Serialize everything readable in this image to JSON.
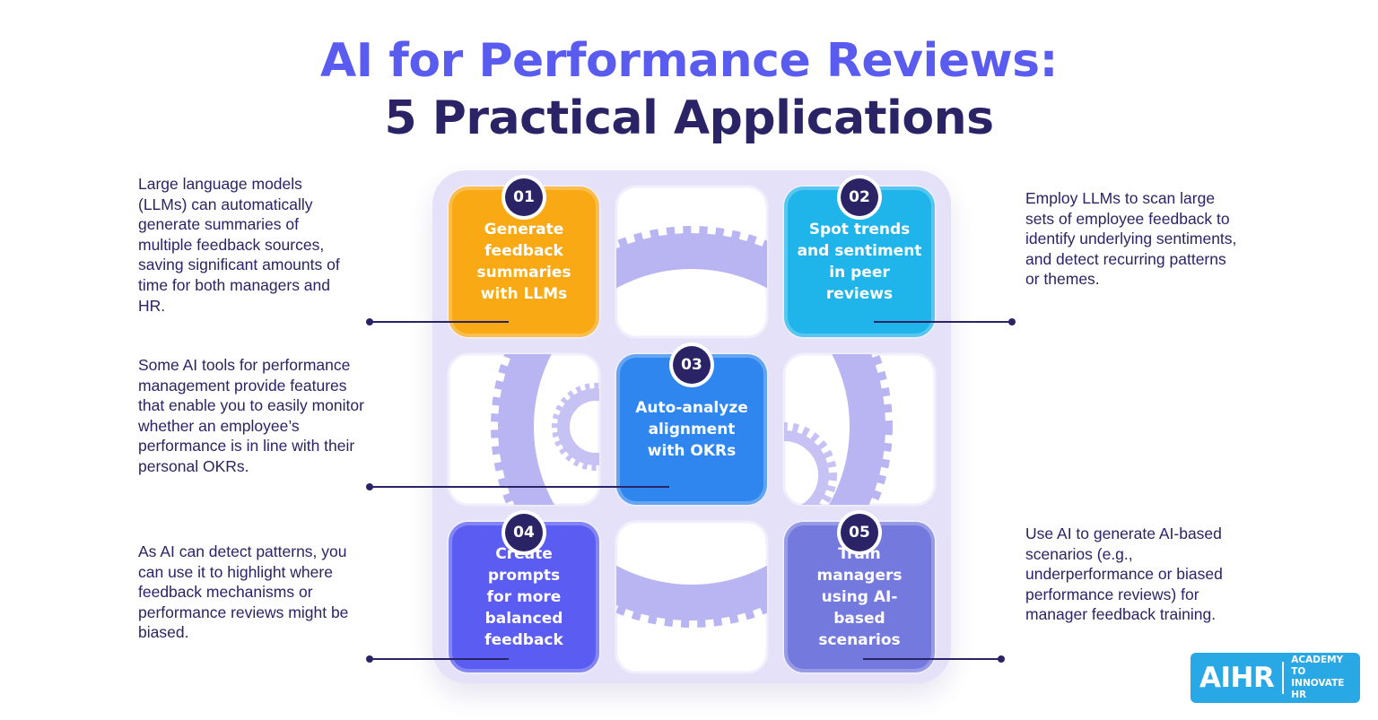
{
  "title": {
    "line1": "AI for Performance Reviews:",
    "line2": "5 Practical Applications"
  },
  "applications": [
    {
      "number": "01",
      "label": "Generate feedback summaries with LLMs",
      "label_lines": [
        "Generate",
        "feedback",
        "summaries",
        "with LLMs"
      ],
      "color": "#f8a913",
      "description": "Large language models (LLMs) can automatically generate summaries of multiple feedback sources, saving significant amounts of time for both managers and HR."
    },
    {
      "number": "02",
      "label": "Spot trends and sentiment in peer reviews",
      "label_lines": [
        "Spot trends",
        "and sentiment",
        "in peer reviews"
      ],
      "color": "#1fb4ea",
      "description": "Employ LLMs to scan large sets of employee feedback to identify underlying sentiments, and detect recurring patterns or themes."
    },
    {
      "number": "03",
      "label": "Auto-analyze alignment with OKRs",
      "label_lines": [
        "Auto-analyze",
        "alignment",
        "with OKRs"
      ],
      "color": "#2f86ef",
      "description": "Some AI tools for performance management provide features that enable you to easily monitor whether an employee’s performance is in line with their personal OKRs."
    },
    {
      "number": "04",
      "label": "Create prompts for more balanced feedback",
      "label_lines": [
        "Create prompts",
        "for more",
        "balanced",
        "feedback"
      ],
      "color": "#5b5cf2",
      "description": "As AI can detect patterns, you can use it to highlight where feedback mechanisms or performance reviews might be biased."
    },
    {
      "number": "05",
      "label": "Train managers using AI-based scenarios",
      "label_lines": [
        "Train managers",
        "using AI-based",
        "scenarios"
      ],
      "color": "#7479dd",
      "description": "Use AI to generate AI-based scenarios (e.g., underperformance or biased performance reviews) for manager feedback training."
    }
  ],
  "logo": {
    "mark": "AIHR",
    "text_line1": "ACADEMY TO",
    "text_line2": "INNOVATE HR",
    "color": "#29a8e6"
  },
  "decor": {
    "gear_color": "#b9b5f2",
    "frame_color": "#e4e1f8"
  }
}
